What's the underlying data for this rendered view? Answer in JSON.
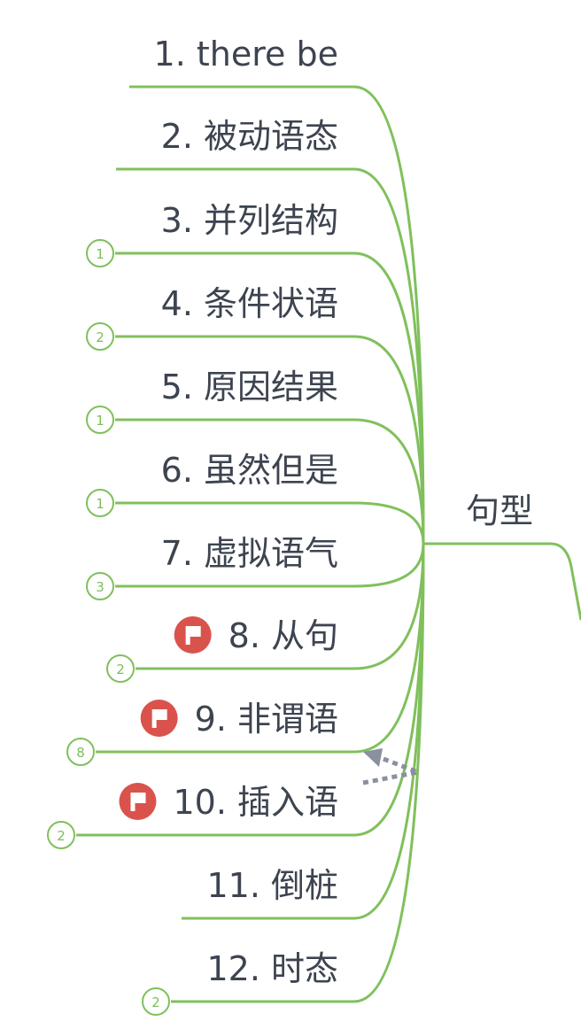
{
  "central_topic": "句型",
  "colors": {
    "branch": "#80c05c",
    "text": "#3d4450",
    "flag": "#d9534c",
    "relation": "#8a909e"
  },
  "topics": [
    {
      "label": "1. there be",
      "count": null,
      "flagged": false
    },
    {
      "label": "2. 被动语态",
      "count": null,
      "flagged": false
    },
    {
      "label": "3. 并列结构",
      "count": "1",
      "flagged": false
    },
    {
      "label": "4. 条件状语",
      "count": "2",
      "flagged": false
    },
    {
      "label": "5. 原因结果",
      "count": "1",
      "flagged": false
    },
    {
      "label": "6. 虽然但是",
      "count": "1",
      "flagged": false
    },
    {
      "label": "7. 虚拟语气",
      "count": "3",
      "flagged": false
    },
    {
      "label": "8. 从句",
      "count": "2",
      "flagged": true
    },
    {
      "label": "9. 非谓语",
      "count": "8",
      "flagged": true
    },
    {
      "label": "10. 插入语",
      "count": "2",
      "flagged": true
    },
    {
      "label": "11. 倒桩",
      "count": null,
      "flagged": false
    },
    {
      "label": "12. 时态",
      "count": "2",
      "flagged": false
    }
  ]
}
